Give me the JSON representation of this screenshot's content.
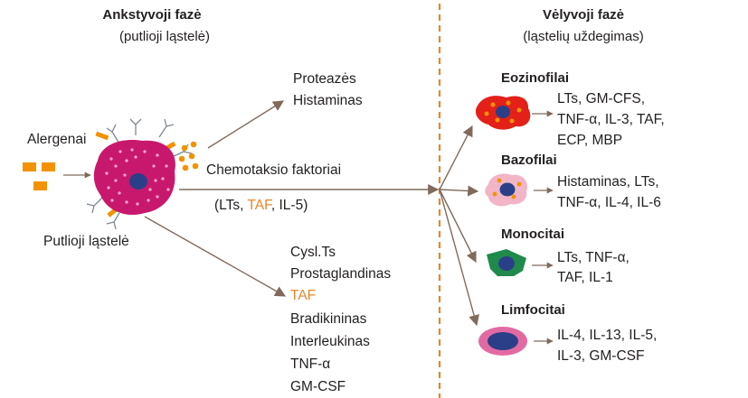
{
  "early_phase": {
    "title": "Ankstyvoji fazė",
    "subtitle": "(putlioji ląstelė)",
    "allergens_label": "Alergenai",
    "mast_cell_label": "Putlioji ląstelė",
    "top_products": [
      "Proteazės",
      "Histaminas"
    ],
    "chemotaxis": {
      "label": "Chemotaksio faktoriai",
      "open": "(LTs, ",
      "taf": "TAF",
      "close": ", IL-5)"
    },
    "bottom_products": [
      "Cysl.Ts",
      "Prostaglandinas",
      "TAF",
      "Bradikininas",
      "Interleukinas",
      "TNF-α",
      "GM-CSF"
    ]
  },
  "late_phase": {
    "title": "Vėlyvoji fazė",
    "subtitle": "(ląstelių uždegimas)",
    "cells": [
      {
        "name": "Eozinofilai",
        "products": [
          "LTs, GM-CFS,",
          "TNF-α, IL-3, TAF,",
          "ECP, MBP"
        ]
      },
      {
        "name": "Bazofilai",
        "products": [
          "Histaminas, LTs,",
          "TNF-α, IL-4, IL-6"
        ]
      },
      {
        "name": "Monocitai",
        "products": [
          "LTs, TNF-α,",
          "TAF, IL-1"
        ]
      },
      {
        "name": "Limfocitai",
        "products": [
          "IL-4, IL-13, IL-5,",
          "IL-3, GM-CSF"
        ]
      }
    ]
  },
  "colors": {
    "arrow": "#7f6a5c",
    "divider": "#e8862a",
    "allergen": "#f39200",
    "mast_cell": "#c8186e",
    "nucleus": "#2b3f88",
    "eosinophil": "#e32119",
    "basophil": "#f2b5c8",
    "monocyte": "#1f8a4c",
    "lymphocyte": "#e26aa3",
    "taf_highlight": "#e8862a"
  }
}
